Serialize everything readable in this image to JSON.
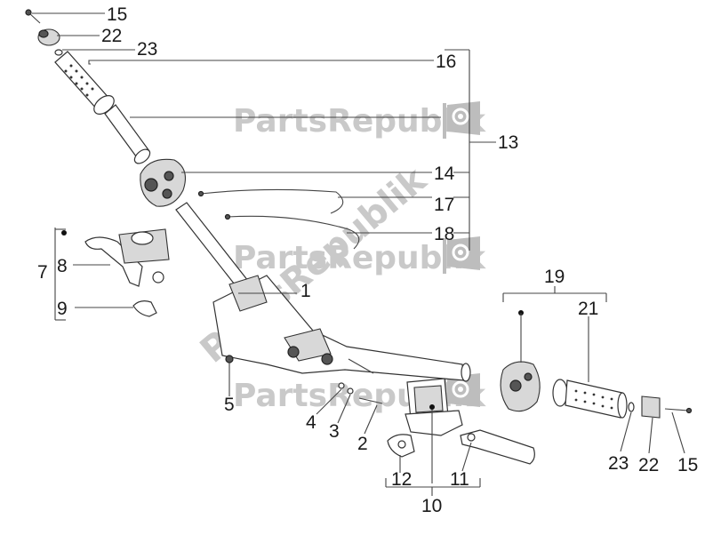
{
  "watermark": {
    "text": "PartsRepublik",
    "diagonal_text": "PartsRepublik"
  },
  "labels": {
    "l15a": "15",
    "l22a": "22",
    "l23a": "23",
    "l16": "16",
    "l13": "13",
    "l14": "14",
    "l17": "17",
    "l18": "18",
    "l7": "7",
    "l8": "8",
    "l9": "9",
    "l1": "1",
    "l19": "19",
    "l21": "21",
    "l5": "5",
    "l4": "4",
    "l3": "3",
    "l2": "2",
    "l12": "12",
    "l11": "11",
    "l10": "10",
    "l23b": "23",
    "l22b": "22",
    "l15b": "15"
  }
}
